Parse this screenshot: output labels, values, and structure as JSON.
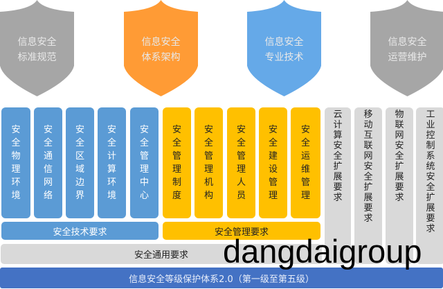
{
  "shields": [
    {
      "line1": "信息安全",
      "line2": "标准规范",
      "color": "#a6a6a6"
    },
    {
      "line1": "信息安全",
      "line2": "体系架构",
      "color": "#ff9b35"
    },
    {
      "line1": "信息安全",
      "line2": "专业技术",
      "color": "#65a9e8"
    },
    {
      "line1": "信息安全",
      "line2": "运营维护",
      "color": "#a6a6a6"
    }
  ],
  "tech_columns": [
    "安全物理环境",
    "安全通信网络",
    "安全区域边界",
    "安全计算环境",
    "安全管理中心"
  ],
  "mgmt_columns": [
    "安全管理制度",
    "安全管理机构",
    "安全管理人员",
    "安全建设管理",
    "安全运维管理"
  ],
  "ext_columns": [
    "云计算安全扩展要求",
    "移动互联网安全扩展要求",
    "物联网安全扩展要求",
    "工业控制系统安全扩展要求"
  ],
  "tech_bar": "安全技术要求",
  "mgmt_bar": "安全管理要求",
  "general_bar": "安全通用要求",
  "base_bar": "信息安全等级保护体系2.0（第一级至第五级）",
  "watermark": "dangdaigroup"
}
